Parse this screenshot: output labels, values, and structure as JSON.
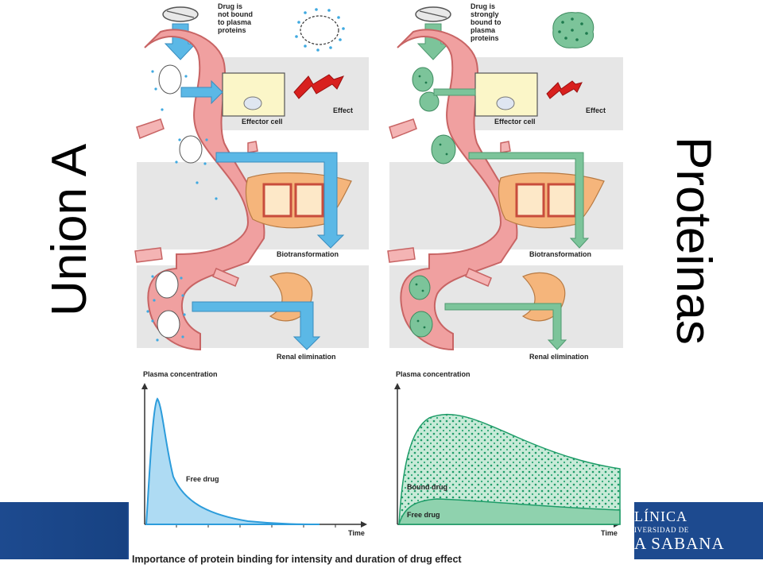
{
  "titles": {
    "left": "Union A",
    "right": "Proteinas"
  },
  "left_panel": {
    "note": "Drug is not bound to plasma proteins",
    "note_lines": [
      "Drug is",
      "not bound",
      "to plasma",
      "proteins"
    ],
    "effector_label": "Effector cell",
    "effect_label": "Effect",
    "biotrans_label": "Biotransformation",
    "renal_label": "Renal elimination",
    "graph_ylabel": "Plasma concentration",
    "graph_xlabel": "Time",
    "curve_label": "Free drug"
  },
  "right_panel": {
    "note_lines": [
      "Drug is",
      "strongly",
      "bound to",
      "plasma",
      "proteins"
    ],
    "effector_label": "Effector cell",
    "effect_label": "Effect",
    "biotrans_label": "Biotransformation",
    "renal_label": "Renal elimination",
    "graph_ylabel": "Plasma concentration",
    "graph_xlabel": "Time",
    "bound_label": "Bound drug",
    "free_label": "Free drug"
  },
  "caption": "Importance of protein binding for intensity and duration of drug effect",
  "logo": {
    "line1": "LÍNICA",
    "line2": "IVERSIDAD DE",
    "line3": "A SABANA"
  },
  "colors": {
    "footer": "#1d4a8f",
    "vessel": "#f0a0a0",
    "arrow_left": "#5bb8e6",
    "arrow_right": "#7cc49a",
    "effect": "#d8201e",
    "panel_bg": "#e6e6e6"
  }
}
